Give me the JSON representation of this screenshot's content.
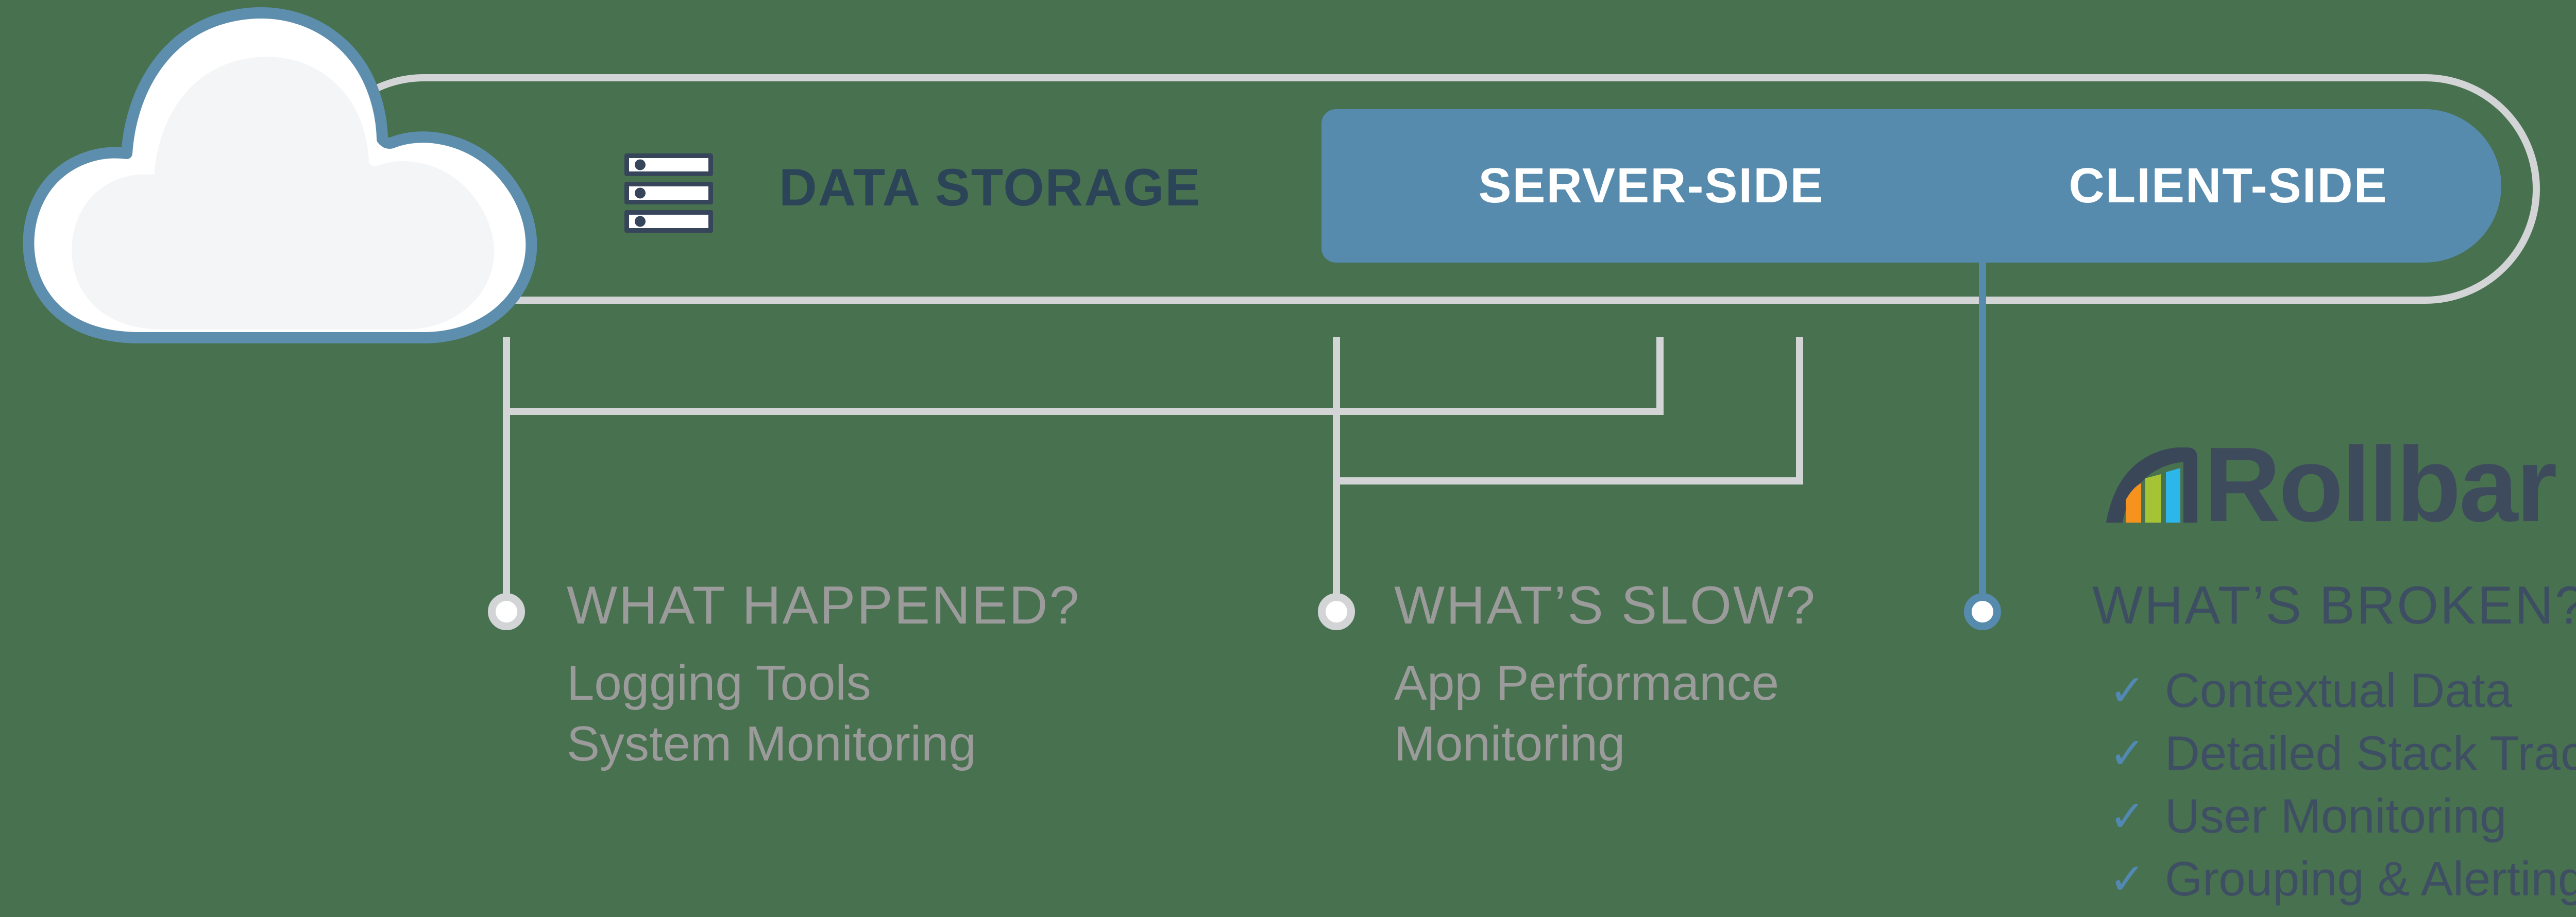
{
  "canvas": {
    "background": "#48714F"
  },
  "colors": {
    "background_green": "#48714F",
    "line_gray": "#D2D4D6",
    "accent_blue": "#568BAE",
    "cloud_stroke_blue": "#5E8EAD",
    "icon_navy": "#36455A",
    "data_storage_navy": "#2B4458",
    "heading_gray": "#9B9B9B",
    "dark_slate": "#3D4E63",
    "check_blue": "#5289B3",
    "rollbar_navy": "#3E4B5C",
    "logo_orange": "#F6921E",
    "logo_green": "#A6C335",
    "logo_cyan": "#2CB6E9"
  },
  "pill": {
    "data_storage_label": "DATA STORAGE",
    "server_side_label": "SERVER-SIDE",
    "client_side_label": "CLIENT-SIDE"
  },
  "icons": {
    "check_glyph": "✓",
    "cloud": "cloud-icon",
    "server_stack": "server-stack-icon",
    "rollbar_mark": "rollbar-chart-icon"
  },
  "columns": {
    "what_happened": {
      "heading": "WHAT HAPPENED?",
      "lines": [
        "Logging Tools",
        "System Monitoring"
      ]
    },
    "whats_slow": {
      "heading": "WHAT’S SLOW?",
      "lines": [
        "App Performance",
        "Monitoring"
      ]
    },
    "whats_broken": {
      "heading": "WHAT’S BROKEN?",
      "brand": "Rollbar",
      "items": [
        "Contextual Data",
        "Detailed Stack Trace",
        "User Monitoring",
        "Grouping & Alerting"
      ]
    }
  }
}
